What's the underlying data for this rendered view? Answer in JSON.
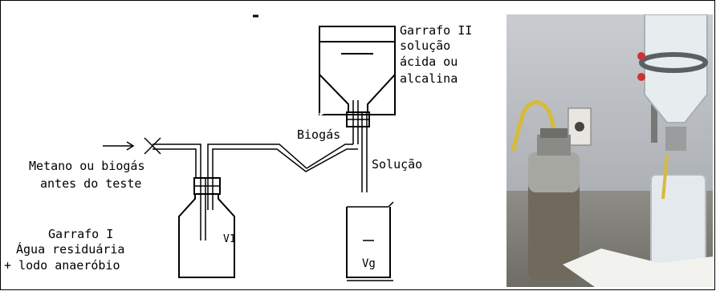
{
  "diagram": {
    "flask2_label": "Garrafo II",
    "flask2_line2": "solução",
    "flask2_line3": "ácida ou",
    "flask2_line4": "alcalina",
    "biogas_label": "Biogás",
    "solution_label": "Solução",
    "inlet_line1": "Metano ou biogás",
    "inlet_line2": "antes do teste",
    "flask1_line1": "Garrafo I",
    "flask1_line2": "Água residuária",
    "flask1_line3": "+ lodo anaeróbio",
    "v1_label": "V1",
    "vg_label": "Vg"
  }
}
